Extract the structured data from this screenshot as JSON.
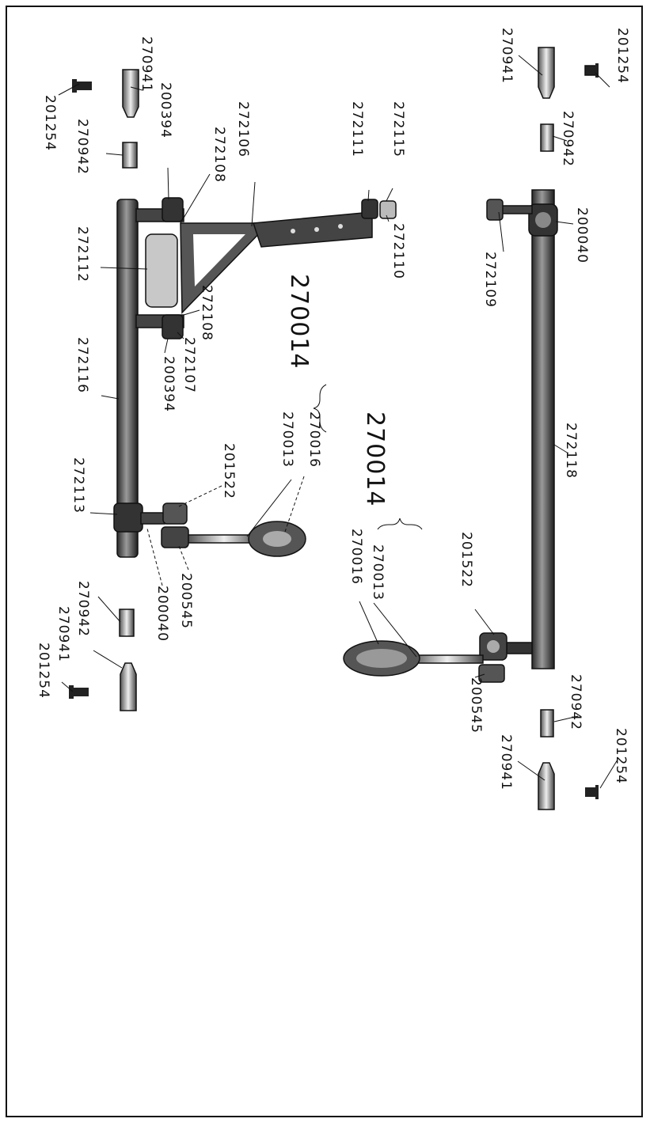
{
  "figure": {
    "labels": [
      {
        "id": "l01",
        "text": "201254"
      },
      {
        "id": "l02",
        "text": "270941"
      },
      {
        "id": "l03",
        "text": "270942"
      },
      {
        "id": "l04",
        "text": "200040"
      },
      {
        "id": "l05",
        "text": "272109"
      },
      {
        "id": "l06",
        "text": "272115"
      },
      {
        "id": "l07",
        "text": "272111"
      },
      {
        "id": "l08",
        "text": "272110"
      },
      {
        "id": "l09",
        "text": "272106"
      },
      {
        "id": "l10",
        "text": "272108"
      },
      {
        "id": "l11",
        "text": "200394"
      },
      {
        "id": "l12",
        "text": "270941"
      },
      {
        "id": "l13",
        "text": "201254"
      },
      {
        "id": "l14",
        "text": "270942"
      },
      {
        "id": "l15",
        "text": "272112"
      },
      {
        "id": "l16",
        "text": "272108"
      },
      {
        "id": "l17",
        "text": "272107"
      },
      {
        "id": "l18",
        "text": "200394"
      },
      {
        "id": "l19",
        "text": "272116"
      },
      {
        "id": "l20",
        "text": "270014"
      },
      {
        "id": "l21",
        "text": "270016"
      },
      {
        "id": "l22",
        "text": "270013"
      },
      {
        "id": "l23",
        "text": "270014"
      },
      {
        "id": "l24",
        "text": "272118"
      },
      {
        "id": "l25",
        "text": "201522"
      },
      {
        "id": "l26",
        "text": "272113"
      },
      {
        "id": "l27",
        "text": "201522"
      },
      {
        "id": "l28",
        "text": "270013"
      },
      {
        "id": "l29",
        "text": "270016"
      },
      {
        "id": "l30",
        "text": "200545"
      },
      {
        "id": "l31",
        "text": "200545"
      },
      {
        "id": "l32",
        "text": "200040"
      },
      {
        "id": "l33",
        "text": "270942"
      },
      {
        "id": "l34",
        "text": "270941"
      },
      {
        "id": "l35",
        "text": "201254"
      },
      {
        "id": "l36",
        "text": "270942"
      },
      {
        "id": "l37",
        "text": "270941"
      },
      {
        "id": "l38",
        "text": "201254"
      }
    ]
  }
}
